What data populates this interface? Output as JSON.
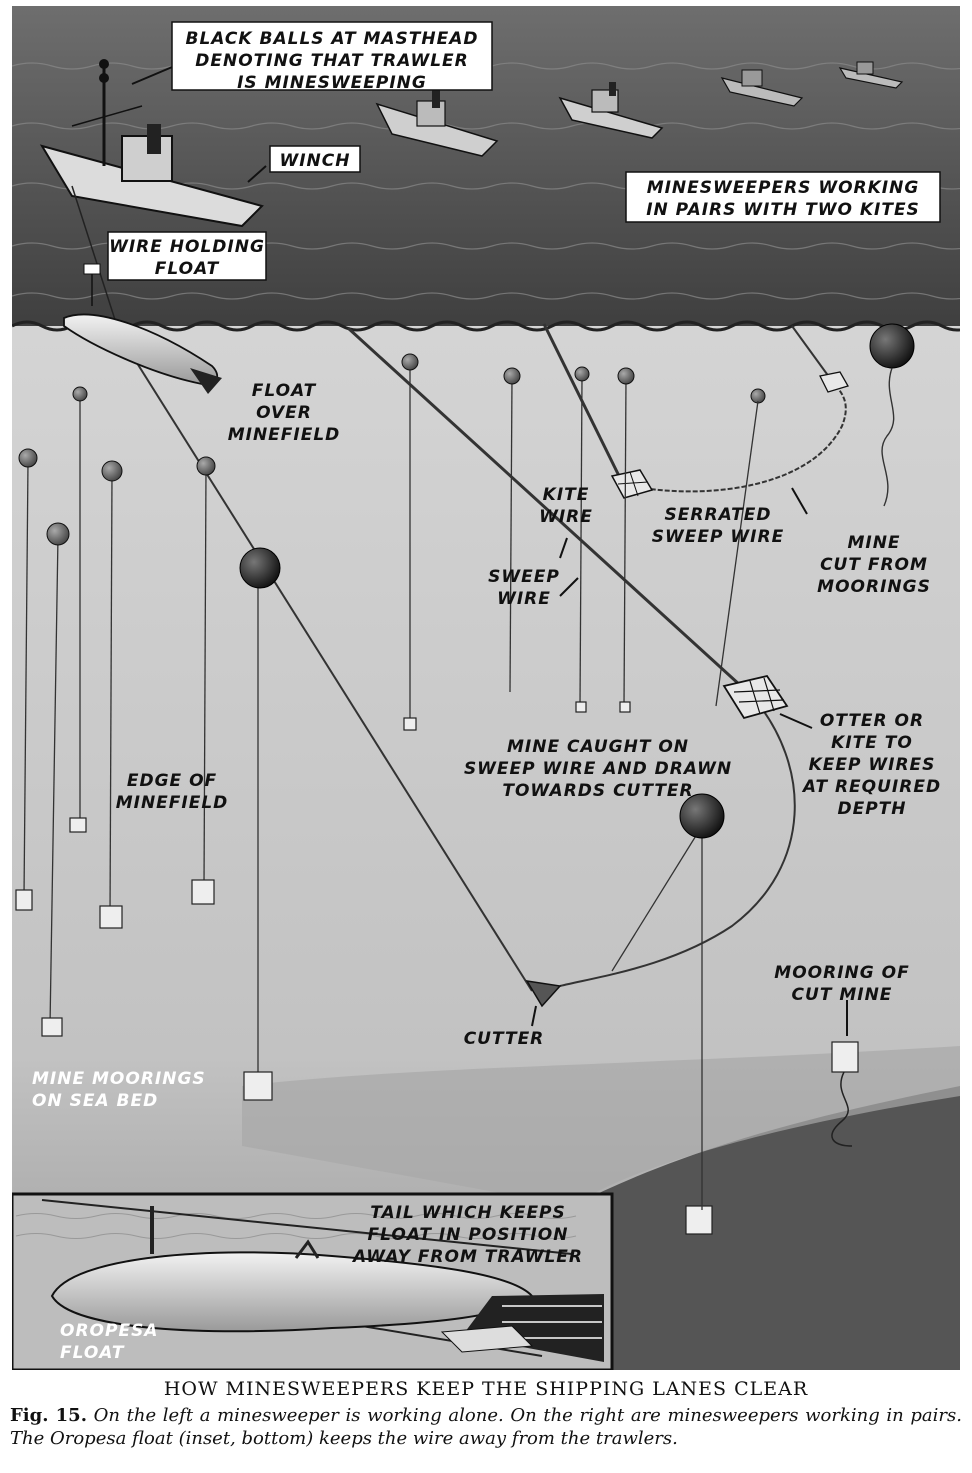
{
  "labels": {
    "black_balls": [
      "BLACK BALLS AT MASTHEAD",
      "DENOTING THAT TRAWLER",
      "IS MINESWEEPING"
    ],
    "winch": "WINCH",
    "wire_holding_float": [
      "WIRE HOLDING",
      "FLOAT"
    ],
    "minesweepers_pairs": [
      "MINESWEEPERS WORKING",
      "IN PAIRS WITH TWO KITES"
    ],
    "float_over_minefield": [
      "FLOAT",
      "OVER",
      "MINEFIELD"
    ],
    "kite_wire": [
      "KITE",
      "WIRE"
    ],
    "serrated_sweep_wire": [
      "SERRATED",
      "SWEEP WIRE"
    ],
    "mine_cut_from_moorings": [
      "MINE",
      "CUT FROM",
      "MOORINGS"
    ],
    "sweep_wire": [
      "SWEEP",
      "WIRE"
    ],
    "otter_or_kite": [
      "OTTER OR",
      "KITE TO",
      "KEEP WIRES",
      "AT REQUIRED",
      "DEPTH"
    ],
    "mine_caught": [
      "MINE CAUGHT ON",
      "SWEEP WIRE AND DRAWN",
      "TOWARDS CUTTER"
    ],
    "edge_of_minefield": [
      "EDGE OF",
      "MINEFIELD"
    ],
    "mooring_of_cut_mine": [
      "MOORING OF",
      "CUT MINE"
    ],
    "cutter": "CUTTER",
    "mine_moorings": [
      "MINE MOORINGS",
      "ON SEA BED"
    ],
    "tail": [
      "TAIL WHICH KEEPS",
      "FLOAT IN POSITION",
      "AWAY FROM TRAWLER"
    ],
    "oropesa_float": [
      "OROPESA",
      "FLOAT"
    ]
  },
  "caption": {
    "title": "HOW MINESWEEPERS KEEP THE SHIPPING LANES CLEAR",
    "fig_label": "Fig. 15.",
    "text": "On the left a minesweeper is working alone. On the right are minesweepers working in pairs. The Oropesa float (inset, bottom) keeps the wire away from the trawlers."
  }
}
